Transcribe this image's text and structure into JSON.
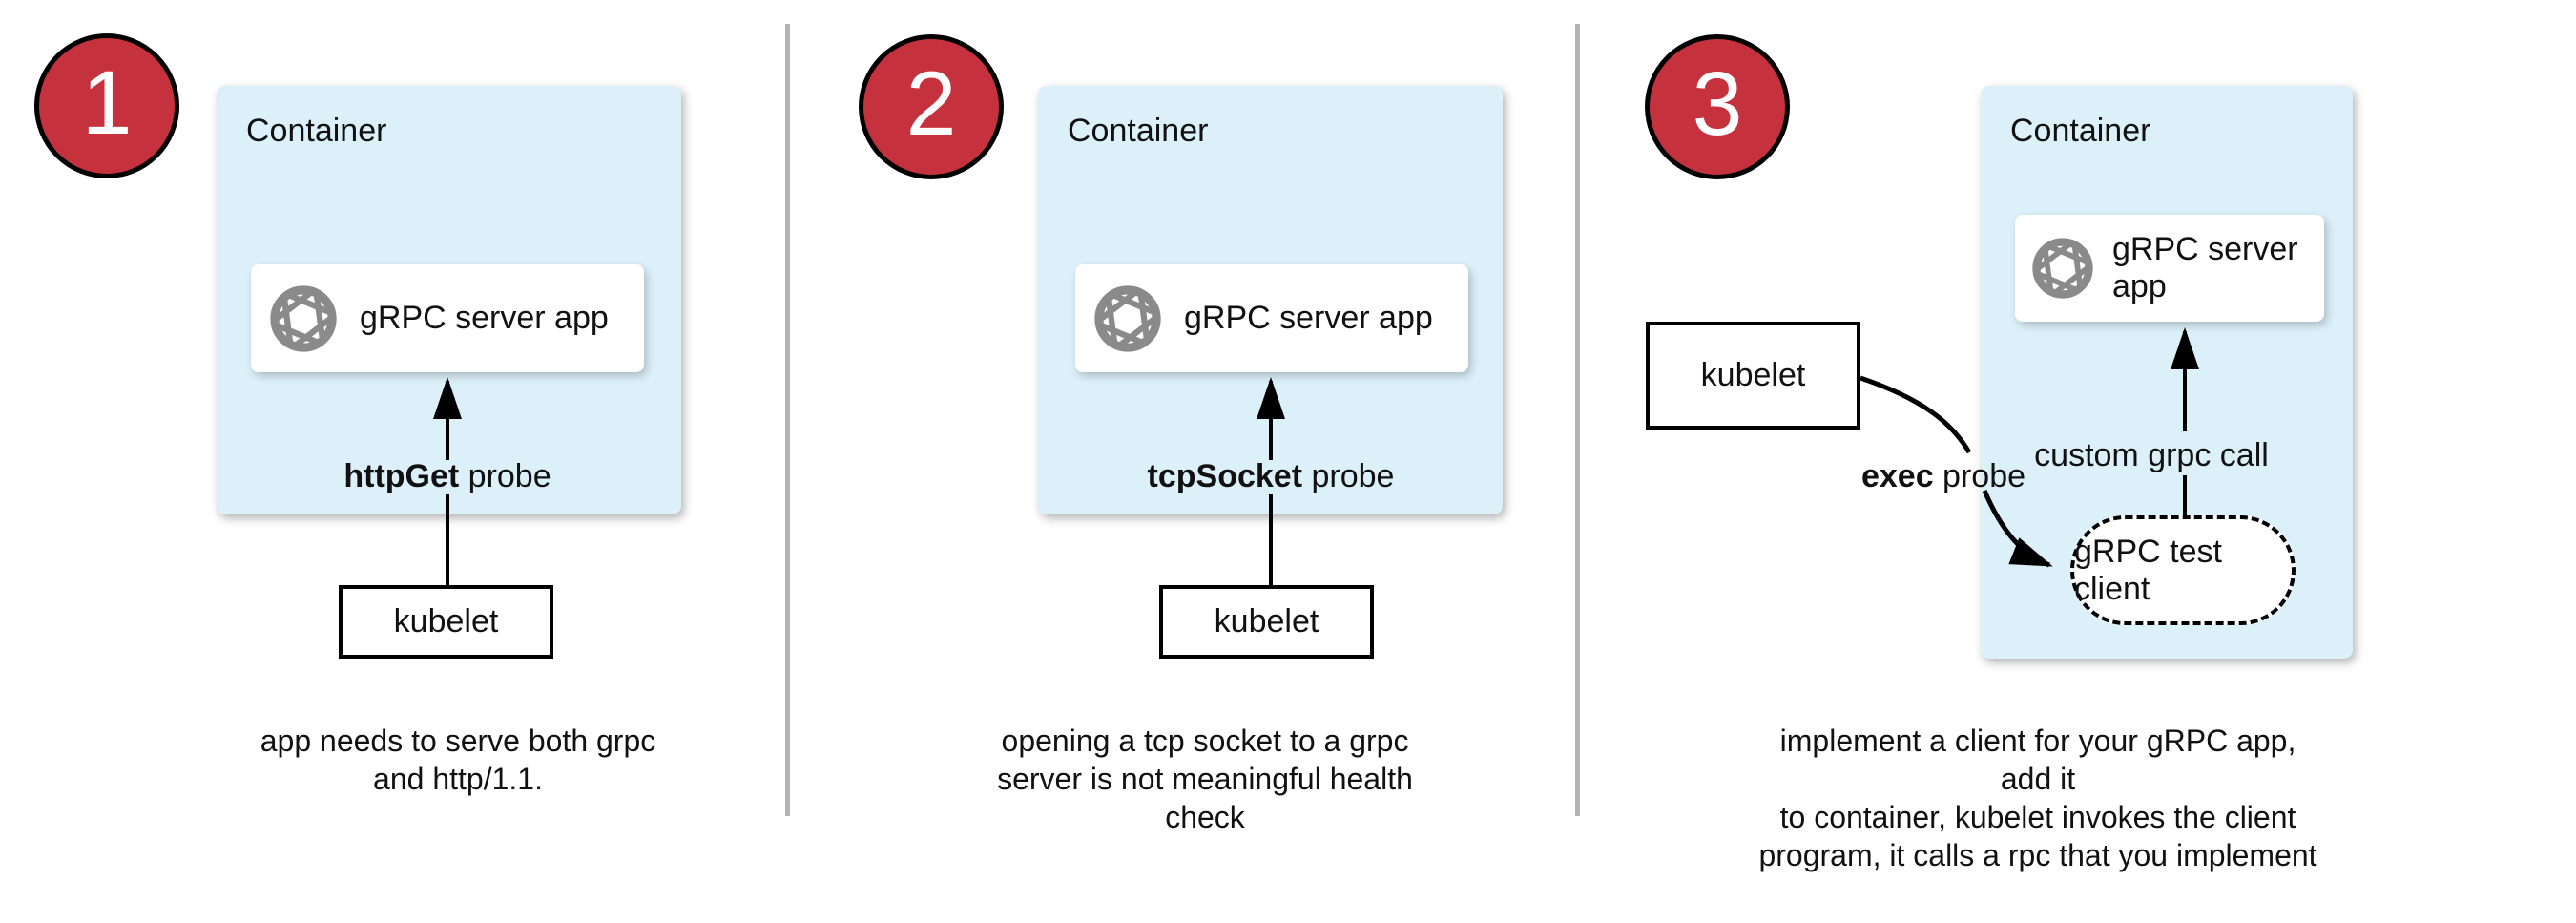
{
  "colors": {
    "badge_red": "#C5313D",
    "container_blue": "#DCF0FA",
    "icon_gray": "#8A8A8A",
    "divider_gray": "#B3B3B3"
  },
  "panels": [
    {
      "number": "1",
      "container_label": "Container",
      "server_app_label": "gRPC server app",
      "probe_label_bold": "httpGet",
      "probe_label_rest": " probe",
      "kubelet_label": "kubelet",
      "caption_lines": [
        "app needs to serve both grpc",
        "and http/1.1."
      ]
    },
    {
      "number": "2",
      "container_label": "Container",
      "server_app_label": "gRPC server app",
      "probe_label_bold": "tcpSocket",
      "probe_label_rest": " probe",
      "kubelet_label": "kubelet",
      "caption_lines": [
        "opening a tcp socket to a grpc",
        "server is not meaningful health",
        "check"
      ]
    },
    {
      "number": "3",
      "container_label": "Container",
      "server_app_label": "gRPC server app",
      "probe_label_bold": "exec",
      "probe_label_rest": " probe",
      "custom_call_label": "custom grpc call",
      "test_client_label": "gRPC test client",
      "kubelet_label": "kubelet",
      "caption_lines": [
        "implement a client for your gRPC app, add it",
        "to container, kubelet invokes the client",
        "program, it calls a rpc that you implement"
      ]
    }
  ]
}
